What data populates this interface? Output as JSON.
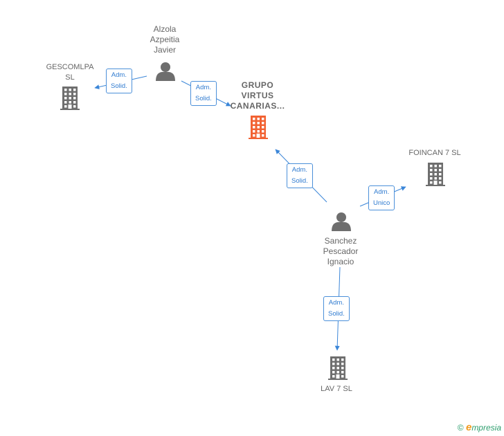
{
  "nodes": {
    "alzola": {
      "label": "Alzola\nAzpeitia\nJavier",
      "type": "person"
    },
    "gescomlpa": {
      "label": "GESCOMLPA\nSL",
      "type": "company"
    },
    "grupo_virtus": {
      "label": "GRUPO\nVIRTUS\nCANARIAS...",
      "type": "company-focus"
    },
    "foincan": {
      "label": "FOINCAN 7 SL",
      "type": "company"
    },
    "sanchez": {
      "label": "Sanchez\nPescador\nIgnacio",
      "type": "person"
    },
    "lav7": {
      "label": "LAV 7 SL",
      "type": "company"
    }
  },
  "edges": [
    {
      "from": "alzola",
      "to": "gescomlpa",
      "label": "Adm.\nSolid."
    },
    {
      "from": "alzola",
      "to": "grupo_virtus",
      "label": "Adm.\nSolid."
    },
    {
      "from": "sanchez",
      "to": "grupo_virtus",
      "label": "Adm.\nSolid."
    },
    {
      "from": "sanchez",
      "to": "foincan",
      "label": "Adm.\nUnico"
    },
    {
      "from": "sanchez",
      "to": "lav7",
      "label": "Adm.\nSolid."
    }
  ],
  "colors": {
    "edge": "#3b86d8",
    "edge_label_text": "#2f7bd0",
    "company_icon": "#6e6e6e",
    "company_focus_icon": "#f26232",
    "person_icon": "#6e6e6e",
    "label_text": "#666666"
  },
  "icons": {
    "person": "person-icon",
    "company": "building-icon",
    "copyright": "copyright-icon"
  },
  "brand": {
    "copyright": "©",
    "e": "e",
    "rest": "mpresia"
  }
}
